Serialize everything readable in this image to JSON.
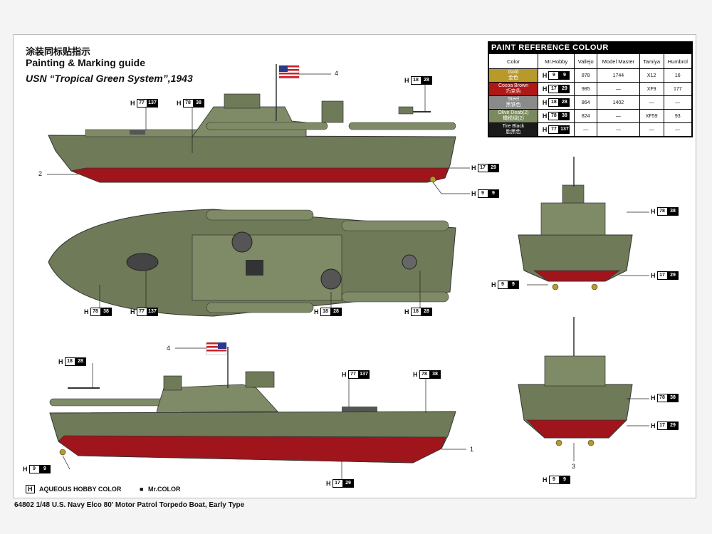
{
  "title_cn": "涂装同标贴指示",
  "title_en": "Painting & Marking guide",
  "scheme": "USN “Tropical Green System”,1943",
  "paint_table": {
    "heading": "PAINT  REFERENCE COLOUR",
    "columns": [
      "Color",
      "Mr.Hobby",
      "Vallejo",
      "Model Master",
      "Tamiya",
      "Humbrol"
    ],
    "rows": [
      {
        "name": "Gold",
        "name_cn": "金色",
        "swatch": "#b89a2a",
        "h": "9",
        "m": "9",
        "vallejo": "878",
        "model_master": "1744",
        "tamiya": "X12",
        "humbrol": "16"
      },
      {
        "name": "Cocoa Brown",
        "name_cn": "巧克色",
        "swatch": "#b01818",
        "h": "17",
        "m": "29",
        "vallejo": "985",
        "model_master": "—",
        "tamiya": "XF9",
        "humbrol": "177"
      },
      {
        "name": "Steel",
        "name_cn": "黑铁色",
        "swatch": "#8a8a8a",
        "h": "18",
        "m": "28",
        "vallejo": "864",
        "model_master": "1402",
        "tamiya": "—",
        "humbrol": "—"
      },
      {
        "name": "Olive Deab(2)",
        "name_cn": "橄榄绿(2)",
        "swatch": "#7a8a5e",
        "h": "78",
        "m": "38",
        "vallejo": "824",
        "model_master": "—",
        "tamiya": "XF59",
        "humbrol": "93"
      },
      {
        "name": "Tire Black",
        "name_cn": "胎黑色",
        "swatch": "#1a1a1a",
        "h": "77",
        "m": "137",
        "vallejo": "—",
        "model_master": "—",
        "tamiya": "—",
        "humbrol": "—"
      }
    ]
  },
  "colors": {
    "hull_green": "#6f7a58",
    "deck_green": "#7f8a66",
    "hull_red": "#a0151b",
    "flag_red": "#c8202a",
    "flag_blue": "#2a3a8a"
  },
  "callouts": {
    "c1": {
      "h": "77",
      "m": "137"
    },
    "c2": {
      "h": "78",
      "m": "38"
    },
    "c3": {
      "h": "18",
      "m": "28"
    },
    "c4": {
      "h": "17",
      "m": "29"
    },
    "c5": {
      "h": "9",
      "m": "9"
    },
    "c6": {
      "h": "78",
      "m": "38"
    },
    "c7": {
      "h": "77",
      "m": "137"
    },
    "c8": {
      "h": "18",
      "m": "28"
    },
    "c9": {
      "h": "18",
      "m": "28"
    },
    "c10": {
      "h": "18",
      "m": "28"
    },
    "c11": {
      "h": "77",
      "m": "137"
    },
    "c12": {
      "h": "78",
      "m": "38"
    },
    "c13": {
      "h": "9",
      "m": "9"
    },
    "c14": {
      "h": "17",
      "m": "29"
    },
    "c15": {
      "h": "78",
      "m": "38"
    },
    "c16": {
      "h": "17",
      "m": "29"
    },
    "c17": {
      "h": "9",
      "m": "9"
    },
    "c18": {
      "h": "78",
      "m": "38"
    },
    "c19": {
      "h": "17",
      "m": "29"
    },
    "c20": {
      "h": "9",
      "m": "9"
    }
  },
  "part_numbers": {
    "n1": "1",
    "n2": "2",
    "n3": "3",
    "n4a": "4",
    "n4b": "4"
  },
  "legend": {
    "aqueous_mark": "H",
    "aqueous": "AQUEOUS HOBBY COLOR",
    "mrcolor_mark": "■",
    "mrcolor": "Mr.COLOR"
  },
  "footer": "64802 1/48 U.S. Navy Elco 80' Motor Patrol Torpedo Boat, Early Type"
}
